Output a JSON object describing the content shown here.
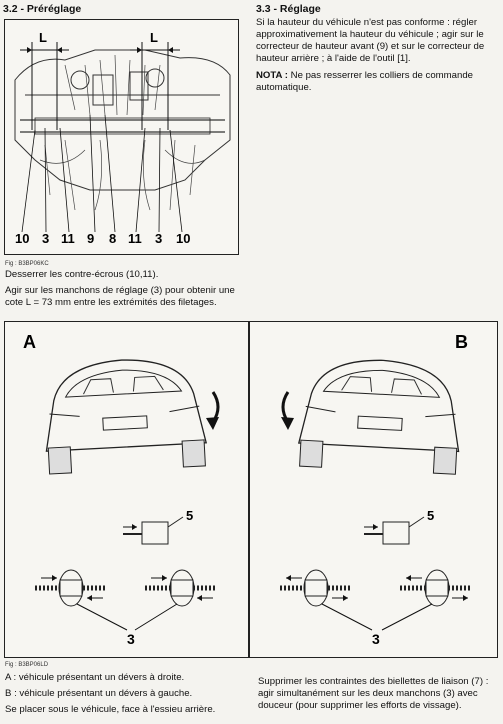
{
  "left_section": {
    "title": "3.2 - Préréglage",
    "figure_labels": [
      "10",
      "3",
      "11",
      "9",
      "8",
      "11",
      "3",
      "10"
    ],
    "dimension_label": "L",
    "figure_code": "Fig : B3BP06KC",
    "text_1": "Desserrer les contre-écrous (10,11).",
    "text_2a": "Agir sur les manchons de réglage (3) pour obtenir une",
    "text_2b": "cote L = 73 mm entre les extrémités des filetages."
  },
  "right_section": {
    "title": "3.3 - Réglage",
    "line_1": "Si la hauteur du véhicule n'est pas conforme : régler",
    "line_2": "approximativement la hauteur du véhicule ; agir sur le",
    "line_3": "correcteur de hauteur avant (9) et sur le correcteur de",
    "line_4": "hauteur arrière ; à l'aide de l'outil [1].",
    "note_label": "NOTA :",
    "note_line_1": " Ne pas resserrer les colliers de commande",
    "note_line_2": "automatique."
  },
  "panels": {
    "a_label": "A",
    "b_label": "B",
    "callout_5": "5",
    "callout_3": "3"
  },
  "bottom": {
    "figure_code": "Fig : B3BP06LD",
    "legend_a": "A : véhicule présentant un dévers à droite.",
    "legend_b": "B : véhicule présentant un dévers à gauche.",
    "instruction": "Se placer sous le véhicule, face à l'essieu arrière.",
    "right_line_1": "Supprimer les contraintes des biellettes de liaison (7) :",
    "right_line_2": "agir simultanément sur les deux manchons (3) avec",
    "right_line_3": "douceur (pour supprimer les efforts de vissage)."
  }
}
